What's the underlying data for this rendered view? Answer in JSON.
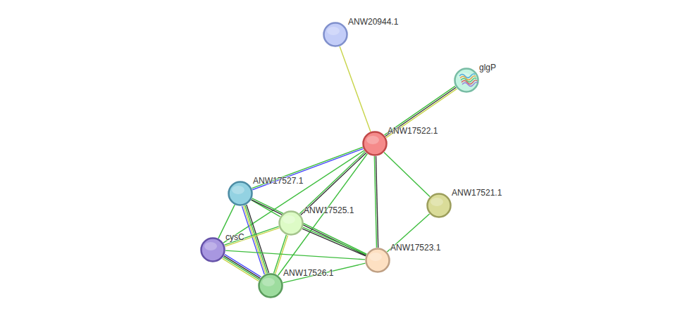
{
  "diagram": {
    "nodes": [
      {
        "text": [
          "ANW20944.1"
        ]
      },
      {
        "text": [
          "glgP"
        ]
      },
      {
        "text": [
          "ANW17522.1"
        ]
      },
      {
        "text": [
          "ANW17527.1"
        ]
      },
      {
        "text": [
          "ANW17521.1"
        ]
      },
      {
        "text": [
          "ANW17525.1"
        ]
      },
      {
        "text": [
          "cysC"
        ]
      },
      {
        "text": [
          "ANW17523.1"
        ]
      },
      {
        "text": [
          "ANW17526.1"
        ]
      }
    ],
    "edges": [
      {
        "from": 2,
        "to": 0,
        "arrow": "none"
      },
      {
        "from": 2,
        "to": 1,
        "arrow": "none"
      },
      {
        "from": 2,
        "to": 3,
        "arrow": "none"
      },
      {
        "from": 2,
        "to": 5,
        "arrow": "none"
      },
      {
        "from": 2,
        "to": 6,
        "arrow": "none"
      },
      {
        "from": 2,
        "to": 8,
        "arrow": "none"
      },
      {
        "from": 2,
        "to": 7,
        "arrow": "none"
      },
      {
        "from": 2,
        "to": 4,
        "arrow": "none"
      },
      {
        "from": 4,
        "to": 7,
        "arrow": "none"
      },
      {
        "from": 3,
        "to": 5,
        "arrow": "none"
      },
      {
        "from": 3,
        "to": 6,
        "arrow": "none"
      },
      {
        "from": 3,
        "to": 8,
        "arrow": "none"
      },
      {
        "from": 3,
        "to": 7,
        "arrow": "none"
      },
      {
        "from": 5,
        "to": 6,
        "arrow": "none"
      },
      {
        "from": 5,
        "to": 8,
        "arrow": "none"
      },
      {
        "from": 5,
        "to": 7,
        "arrow": "none"
      },
      {
        "from": 6,
        "to": 8,
        "arrow": "none"
      },
      {
        "from": 6,
        "to": 7,
        "arrow": "none"
      },
      {
        "from": 8,
        "to": 7,
        "arrow": "none"
      }
    ]
  }
}
